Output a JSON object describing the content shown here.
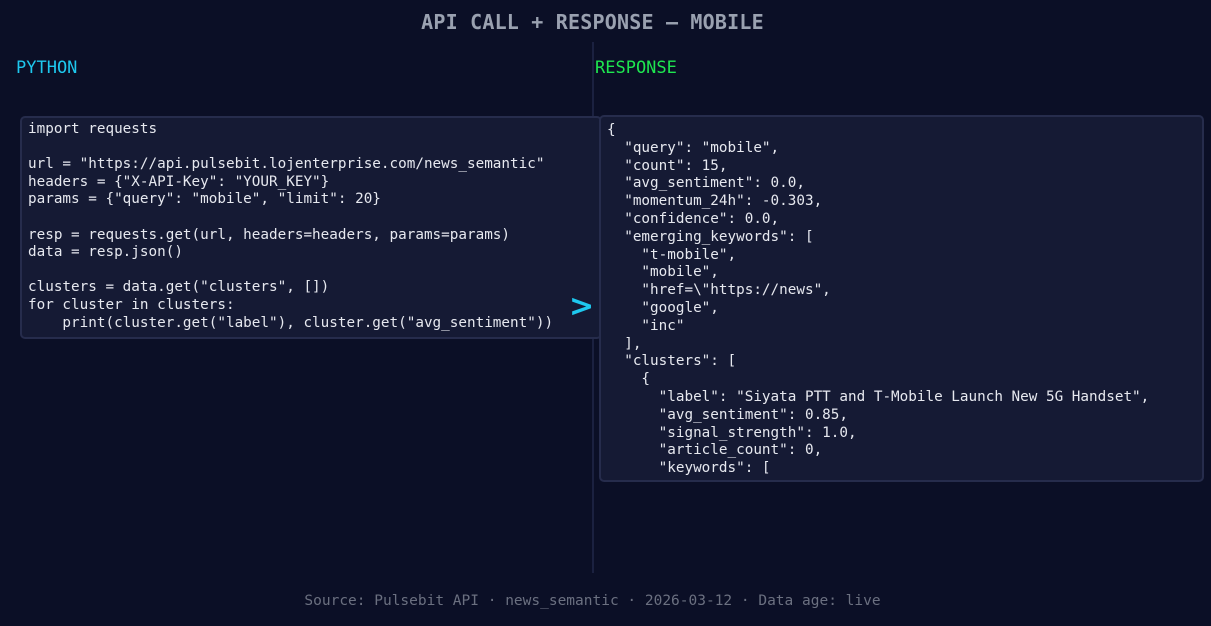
{
  "header": {
    "title": "API CALL + RESPONSE — MOBILE"
  },
  "python_panel": {
    "label": "PYTHON",
    "code": "import requests\n\nurl = \"https://api.pulsebit.lojenterprise.com/news_semantic\"\nheaders = {\"X-API-Key\": \"YOUR_KEY\"}\nparams = {\"query\": \"mobile\", \"limit\": 20}\n\nresp = requests.get(url, headers=headers, params=params)\ndata = resp.json()\n\nclusters = data.get(\"clusters\", [])\nfor cluster in clusters:\n    print(cluster.get(\"label\"), cluster.get(\"avg_sentiment\"))"
  },
  "response_panel": {
    "label": "RESPONSE",
    "json_text": "{\n  \"query\": \"mobile\",\n  \"count\": 15,\n  \"avg_sentiment\": 0.0,\n  \"momentum_24h\": -0.303,\n  \"confidence\": 0.0,\n  \"emerging_keywords\": [\n    \"t-mobile\",\n    \"mobile\",\n    \"href=\\\"https://news\",\n    \"google\",\n    \"inc\"\n  ],\n  \"clusters\": [\n    {\n      \"label\": \"Siyata PTT and T-Mobile Launch New 5G Handset\",\n      \"avg_sentiment\": 0.85,\n      \"signal_strength\": 1.0,\n      \"article_count\": 0,\n      \"keywords\": [",
    "values": {
      "query": "mobile",
      "count": 15,
      "avg_sentiment": 0.0,
      "momentum_24h": -0.303,
      "confidence": 0.0,
      "emerging_keywords": [
        "t-mobile",
        "mobile",
        "href=\\\"https://news",
        "google",
        "inc"
      ],
      "clusters": [
        {
          "label": "Siyata PTT and T-Mobile Launch New 5G Handset",
          "avg_sentiment": 0.85,
          "signal_strength": 1.0,
          "article_count": 0
        }
      ]
    }
  },
  "arrow": {
    "glyph": ">",
    "icon": "arrow-right-icon"
  },
  "footer": {
    "text": "Source: Pulsebit API · news_semantic · 2026-03-12 · Data age: live"
  },
  "colors": {
    "background": "#0b0f26",
    "panel": "#151a34",
    "panel_border": "#262c4c",
    "python_accent": "#1ec8ee",
    "response_accent": "#1ee650",
    "title": "#9aa1b0",
    "footer": "#6b7080"
  }
}
